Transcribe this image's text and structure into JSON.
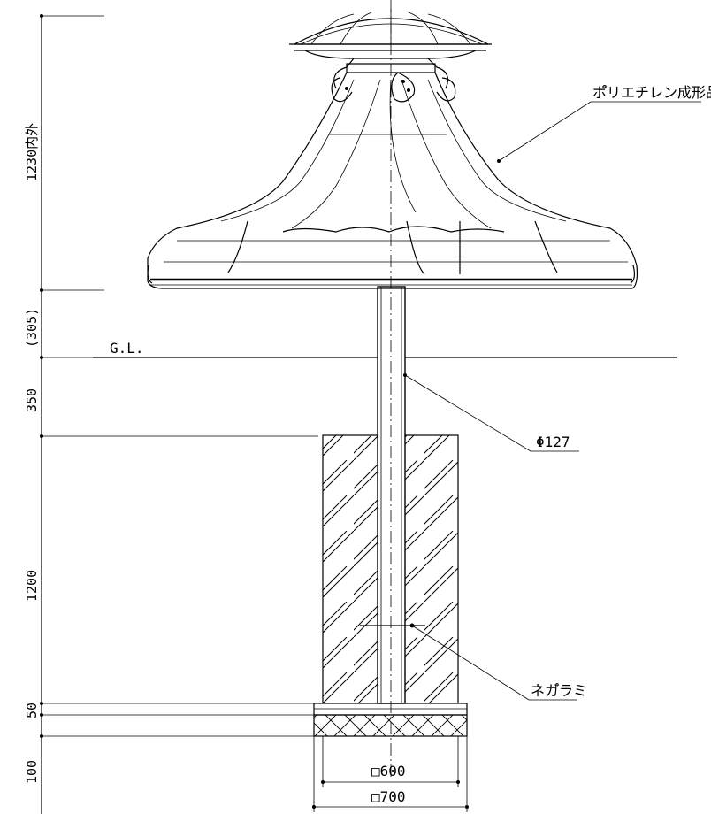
{
  "dimensions": {
    "top": "1230内外",
    "between": "(305)",
    "above_footing": "350",
    "embed": "1200",
    "base_concrete": "50",
    "gravel": "100"
  },
  "labels": {
    "ground_line": "G.L.",
    "pole": "Φ127",
    "canopy": "ポ゚リエチレン成形品",
    "rebar": "ネガ゚ラミ",
    "footing_600": "□600",
    "footing_700": "□700"
  }
}
